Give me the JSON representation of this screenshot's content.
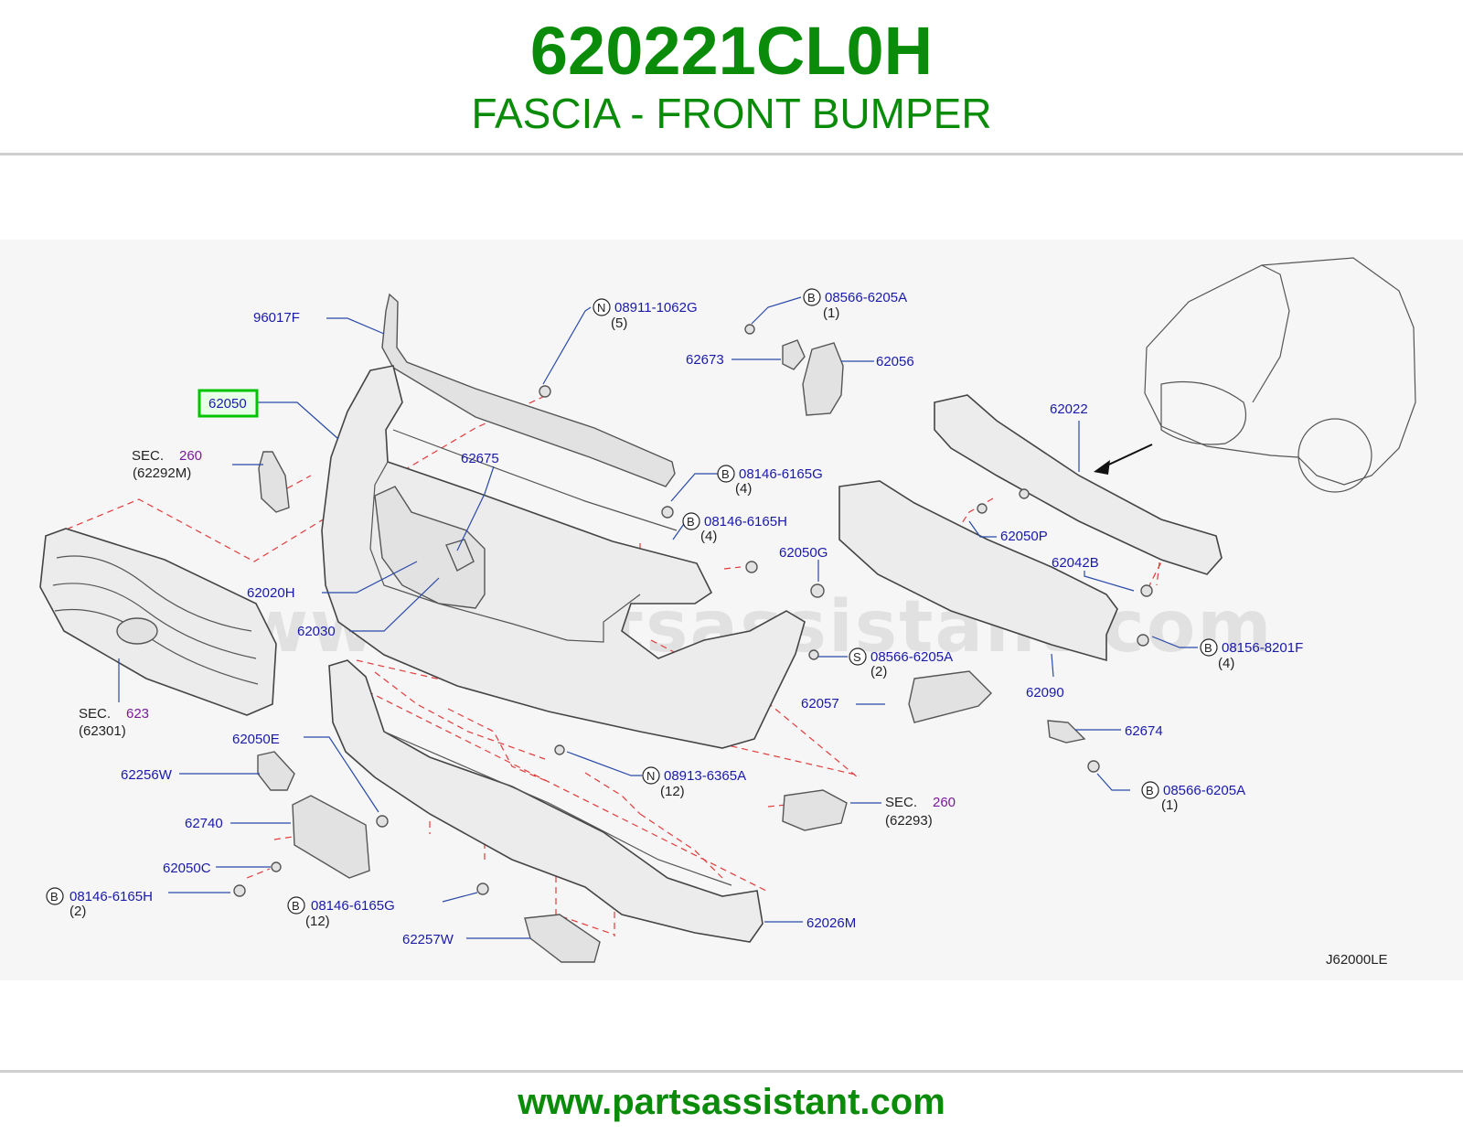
{
  "header": {
    "part_number": "620221CL0H",
    "description": "FASCIA - FRONT BUMPER"
  },
  "footer": {
    "url": "www.partsassistant.com"
  },
  "watermark": "www.partsassistant.com",
  "diagram_code": "J62000LE",
  "highlight": {
    "label": "62050",
    "color": "#00c400"
  },
  "colors": {
    "brand_green": "#0a8c0a",
    "label_blue": "#1a1aa8",
    "section_purple": "#7a1a9a",
    "dash_red": "#e03c3c"
  },
  "callouts": {
    "c96017F": "96017F",
    "c62050": "62050",
    "sec260a": {
      "prefix": "SEC.",
      "num": "260",
      "ref": "(62292M)"
    },
    "c08911": {
      "badge": "N",
      "code": "08911-1062G",
      "qty": "(5)"
    },
    "c62673": "62673",
    "c08566a": {
      "badge": "B",
      "code": "08566-6205A",
      "qty": "(1)"
    },
    "c62056": "62056",
    "c62022": "62022",
    "c62675": "62675",
    "c08146g_top": {
      "badge": "B",
      "code": "08146-6165G",
      "qty": "(4)"
    },
    "c08146h_top": {
      "badge": "B",
      "code": "08146-6165H",
      "qty": "(4)"
    },
    "c62050P": "62050P",
    "c62050G": "62050G",
    "c62042B": "62042B",
    "c62020H": "62020H",
    "c62030": "62030",
    "c08566s": {
      "badge": "S",
      "code": "08566-6205A",
      "qty": "(2)"
    },
    "c08156": {
      "badge": "B",
      "code": "08156-8201F",
      "qty": "(4)"
    },
    "c62090": "62090",
    "c62057": "62057",
    "sec623": {
      "prefix": "SEC.",
      "num": "623",
      "ref": "(62301)"
    },
    "c62674": "62674",
    "c62050E": "62050E",
    "c62256W": "62256W",
    "c08913": {
      "badge": "N",
      "code": "08913-6365A",
      "qty": "(12)"
    },
    "c08566b": {
      "badge": "B",
      "code": "08566-6205A",
      "qty": "(1)"
    },
    "sec260b": {
      "prefix": "SEC.",
      "num": "260",
      "ref": "(62293)"
    },
    "c62740": "62740",
    "c62050C": "62050C",
    "c08146h_bot": {
      "badge": "B",
      "code": "08146-6165H",
      "qty": "(2)"
    },
    "c08146g_bot": {
      "badge": "B",
      "code": "08146-6165G",
      "qty": "(12)"
    },
    "c62026M": "62026M",
    "c62257W": "62257W"
  }
}
